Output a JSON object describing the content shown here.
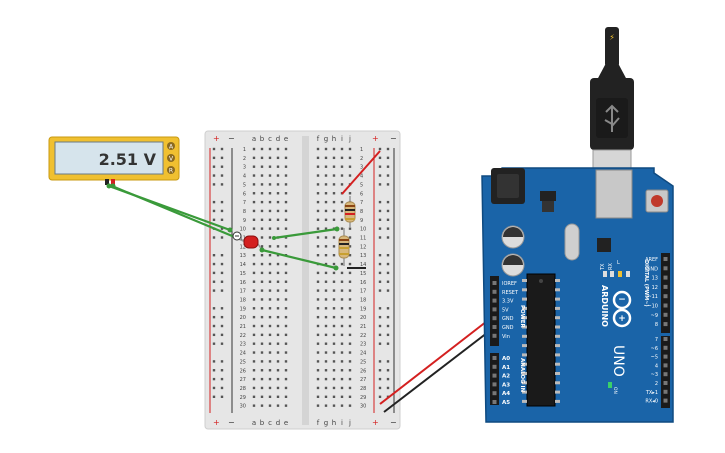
{
  "multimeter": {
    "reading": "2.51 V",
    "modes": [
      "A",
      "V",
      "R"
    ]
  },
  "breadboard": {
    "columns_left": [
      "a",
      "b",
      "c",
      "d",
      "e"
    ],
    "columns_right": [
      "f",
      "g",
      "h",
      "i",
      "j"
    ],
    "rail_plus": "+",
    "rail_minus": "−",
    "row_count": 30
  },
  "arduino": {
    "brand": "ARDUINO",
    "model": "UNO",
    "tx_label": "TX",
    "rx_label": "RX",
    "l_label": "L",
    "on_label": "ON",
    "power_header_label": "POWER",
    "analog_header_label": "ANALOG IN",
    "digital_header_label": "DIGITAL (PWM~)",
    "power_pins": [
      "IOREF",
      "RESET",
      "3.3V",
      "5V",
      "GND",
      "GND",
      "Vin"
    ],
    "analog_pins": [
      "A0",
      "A1",
      "A2",
      "A3",
      "A4",
      "A5"
    ],
    "digital_pins_top": [
      "AREF",
      "GND",
      "13",
      "12",
      "~11",
      "~10",
      "~9",
      "8"
    ],
    "digital_pins_bottom": [
      "7",
      "~6",
      "~5",
      "4",
      "~3",
      "2",
      "TX▸1",
      "RX◂0"
    ]
  },
  "colors": {
    "wire_green": "#3a9a3a",
    "wire_red": "#d42020",
    "wire_black": "#222222",
    "board_blue": "#1a64a8",
    "multimeter_yellow": "#f0c030"
  }
}
